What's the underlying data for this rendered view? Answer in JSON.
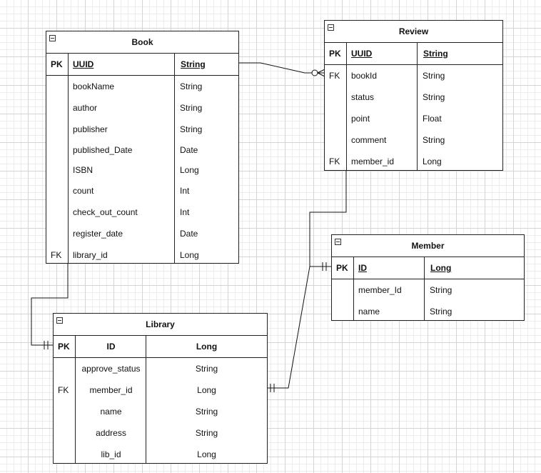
{
  "entities": {
    "book": {
      "title": "Book",
      "pk": {
        "key": "PK",
        "name": "UUID",
        "type": "String"
      },
      "rows": [
        {
          "key": "",
          "name": "bookName",
          "type": "String"
        },
        {
          "key": "",
          "name": "author",
          "type": "String"
        },
        {
          "key": "",
          "name": "publisher",
          "type": "String"
        },
        {
          "key": "",
          "name": "published_Date",
          "type": "Date"
        },
        {
          "key": "",
          "name": "ISBN",
          "type": "Long"
        },
        {
          "key": "",
          "name": "count",
          "type": "Int"
        },
        {
          "key": "",
          "name": "check_out_count",
          "type": "Int"
        },
        {
          "key": "",
          "name": "register_date",
          "type": "Date"
        },
        {
          "key": "FK",
          "name": "library_id",
          "type": "Long"
        }
      ]
    },
    "review": {
      "title": "Review",
      "pk": {
        "key": "PK",
        "name": "UUID",
        "type": "String"
      },
      "rows": [
        {
          "key": "FK",
          "name": "bookId",
          "type": "String"
        },
        {
          "key": "",
          "name": "status",
          "type": "String"
        },
        {
          "key": "",
          "name": "point",
          "type": "Float"
        },
        {
          "key": "",
          "name": "comment",
          "type": "String"
        },
        {
          "key": "FK",
          "name": "member_id",
          "type": "Long"
        }
      ]
    },
    "member": {
      "title": "Member",
      "pk": {
        "key": "PK",
        "name": "ID",
        "type": "Long"
      },
      "rows": [
        {
          "key": "",
          "name": "member_Id",
          "type": "String"
        },
        {
          "key": "",
          "name": "name",
          "type": "String"
        }
      ]
    },
    "library": {
      "title": "Library",
      "pk": {
        "key": "PK",
        "name": "ID",
        "type": "Long"
      },
      "rows": [
        {
          "key": "",
          "name": "approve_status",
          "type": "String"
        },
        {
          "key": "FK",
          "name": "member_id",
          "type": "Long"
        },
        {
          "key": "",
          "name": "name",
          "type": "String"
        },
        {
          "key": "",
          "name": "address",
          "type": "String"
        },
        {
          "key": "",
          "name": "lib_id",
          "type": "Long"
        }
      ]
    }
  },
  "relationships": [
    {
      "from": "Book",
      "to": "Review",
      "from_end": "one",
      "to_end": "zero-or-many"
    },
    {
      "from": "Review",
      "to": "Member",
      "from_end": "many",
      "to_end": "one-and-only-one"
    },
    {
      "from": "Book",
      "to": "Library",
      "from_end": "many",
      "to_end": "one-and-only-one"
    },
    {
      "from": "Library",
      "to": "Member",
      "from_end": "one-and-only-one",
      "to_end": "one-and-only-one"
    }
  ],
  "colors": {
    "line": "#111111",
    "grid_major": "#d4d4d4",
    "grid_minor": "#ececec"
  }
}
